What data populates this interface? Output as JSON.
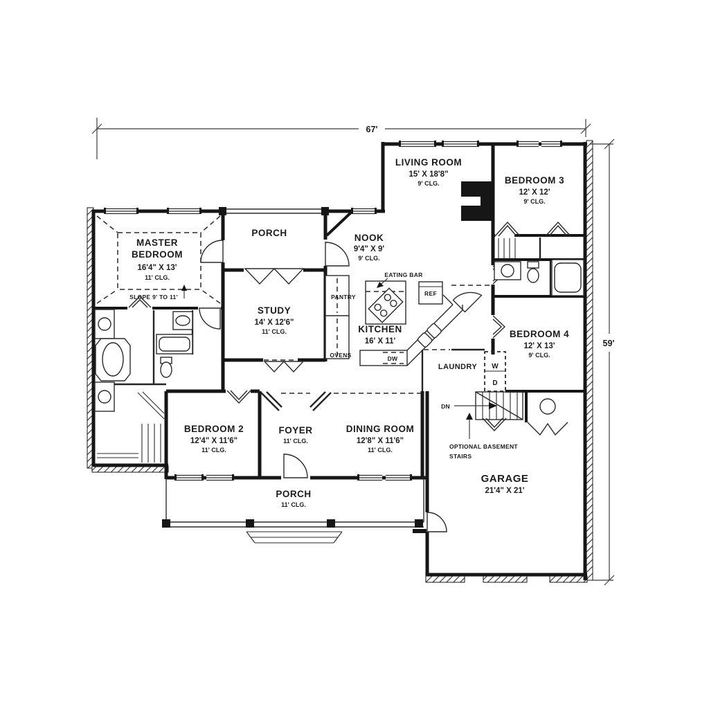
{
  "plan": {
    "overall_width": "67'",
    "overall_height": "59'"
  },
  "rooms": {
    "living": {
      "name": "LIVING ROOM",
      "size": "15' X 18'8\"",
      "ceiling": "9' CLG."
    },
    "bedroom3": {
      "name": "BEDROOM 3",
      "size": "12' X 12'",
      "ceiling": "9' CLG."
    },
    "nook": {
      "name": "NOOK",
      "size": "9'4\" X 9'",
      "ceiling": "9' CLG."
    },
    "master": {
      "name_line1": "MASTER",
      "name_line2": "BEDROOM",
      "size": "16'4\" X 13'",
      "ceiling": "11' CLG.",
      "slope_note": "SLOPE 9' TO 11'"
    },
    "porch_top": {
      "name": "PORCH"
    },
    "study": {
      "name": "STUDY",
      "size": "14' X 12'6\"",
      "ceiling": "11' CLG."
    },
    "kitchen": {
      "name": "KITCHEN",
      "size": "16' X 11'"
    },
    "bedroom4": {
      "name": "BEDROOM 4",
      "size": "12' X 13'",
      "ceiling": "9' CLG."
    },
    "laundry": {
      "name": "LAUNDRY"
    },
    "bedroom2": {
      "name": "BEDROOM 2",
      "size": "12'4\" X 11'6\"",
      "ceiling": "11' CLG."
    },
    "foyer": {
      "name": "FOYER",
      "ceiling": "11' CLG."
    },
    "dining": {
      "name": "DINING ROOM",
      "size": "12'8\" X 11'6\"",
      "ceiling": "11' CLG."
    },
    "porch_bottom": {
      "name": "PORCH",
      "ceiling": "11' CLG."
    },
    "garage": {
      "name": "GARAGE",
      "size": "21'4\" X 21'"
    }
  },
  "annotations": {
    "eating_bar": "EATING BAR",
    "pantry": "PANTRY",
    "ovens": "OVENS",
    "dishwasher": "DW",
    "refrigerator": "REF",
    "washer": "W",
    "dryer": "D",
    "down": "DN",
    "basement_line1": "OPTIONAL BASEMENT",
    "basement_line2": "STAIRS"
  },
  "colors": {
    "background": "#ffffff",
    "wall": "#161616",
    "text": "#1c1c1c",
    "dimension_line": "#3c3c3c"
  }
}
